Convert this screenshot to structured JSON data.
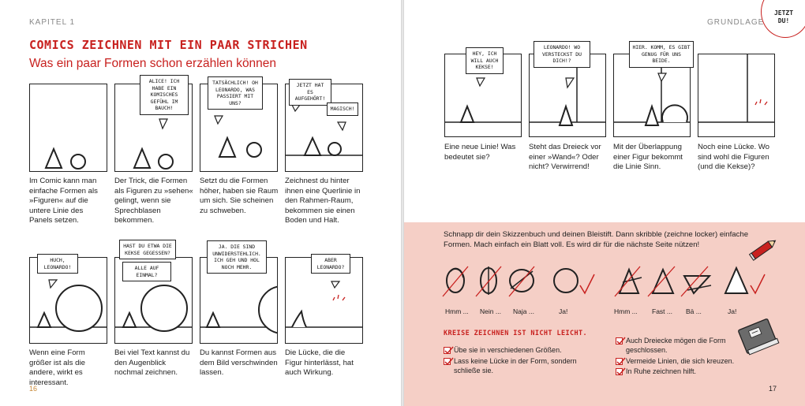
{
  "left": {
    "chapter": "KAPITEL 1",
    "title": "COMICS ZEICHNEN MIT EIN PAAR STRICHEN",
    "subtitle": "Was ein paar Formen schon erzählen können",
    "page_number": "16",
    "panels": [
      {
        "bubbles": [],
        "caption": "Im Comic kann man einfache Formen als »Figuren« auf die untere Linie des Panels setzen."
      },
      {
        "bubbles": [
          "ALICE! ICH HABE EIN KOMISCHES GEFÜHL IM BAUCH!"
        ],
        "caption": "Der Trick, die Formen als Figuren zu »sehen« gelingt, wenn sie Sprechblasen bekommen."
      },
      {
        "bubbles": [
          "TATSÄCHLICH! OH LEONARDO, WAS PASSIERT MIT UNS?"
        ],
        "caption": "Setzt du die Formen höher, haben sie Raum um sich. Sie scheinen zu schweben."
      },
      {
        "bubbles": [
          "JETZT HAT ES AUFGEHÖRT!",
          "MAGISCH!"
        ],
        "caption": "Zeichnest du hinter ihnen eine Querlinie in den Rahmen-Raum, bekommen sie einen Boden und Halt."
      },
      {
        "bubbles": [
          "HUCH, LEONARDO!"
        ],
        "caption": "Wenn eine Form größer ist als die andere, wirkt es interessant."
      },
      {
        "bubbles": [
          "HAST DU ETWA DIE KEKSE GEGESSEN?",
          "ALLE AUF EINMAL?"
        ],
        "caption": "Bei viel Text kannst du den Augenblick nochmal zeichnen."
      },
      {
        "bubbles": [
          "JA. DIE SIND UNWIDERSTEHLICH. ICH GEH UND HOL NOCH MEHR."
        ],
        "caption": "Du kannst Formen aus dem Bild verschwinden lassen."
      },
      {
        "bubbles": [
          "ABER LEONARDO?"
        ],
        "caption": "Die Lücke, die die Figur hinterlässt, hat auch Wirkung."
      }
    ]
  },
  "right": {
    "section": "GRUNDLAGEN",
    "badge": "JETZT DU!",
    "page_number": "17",
    "panels": [
      {
        "bubbles": [
          "HEY, ICH WILL AUCH KEKSE!"
        ],
        "caption": "Eine neue Linie! Was bedeutet sie?"
      },
      {
        "bubbles": [
          "LEONARDO! WO VERSTECKST DU DICH!?"
        ],
        "caption": "Steht das Dreieck vor einer »Wand«? Oder nicht? Verwirrend!"
      },
      {
        "bubbles": [
          "HIER. KOMM, ES GIBT GENUG FÜR UNS BEIDE."
        ],
        "caption": "Mit der Überlappung einer Figur bekommt die Linie Sinn."
      },
      {
        "bubbles": [],
        "caption": "Noch eine Lücke. Wo sind wohl die Figuren (und die Kekse)?"
      }
    ],
    "exercise": {
      "intro": "Schnapp dir dein Skizzenbuch und deinen Bleistift. Dann skribble (zeichne locker) einfache Formen. Mach einfach ein Blatt voll. Es wird dir für die nächste Seite nützen!",
      "shape_labels": [
        "Hmm ...",
        "Nein ...",
        "Naja ...",
        "Ja!",
        "Hmm ...",
        "Fast ...",
        "Bä ...",
        "Ja!"
      ],
      "tips_title": "KREISE ZEICHNEN IST NICHT LEICHT.",
      "tips_left": [
        "Übe sie in verschiedenen Größen.",
        "Lass keine Lücke in der Form, sondern schließe sie."
      ],
      "tips_right": [
        "Auch Dreiecke mögen die Form geschlossen.",
        "Vermeide Linien, die sich kreuzen.",
        "In Ruhe zeichnen hilft."
      ]
    }
  },
  "colors": {
    "accent": "#c8211f",
    "exercise_bg": "#f5cfc6",
    "ink": "#222222"
  }
}
